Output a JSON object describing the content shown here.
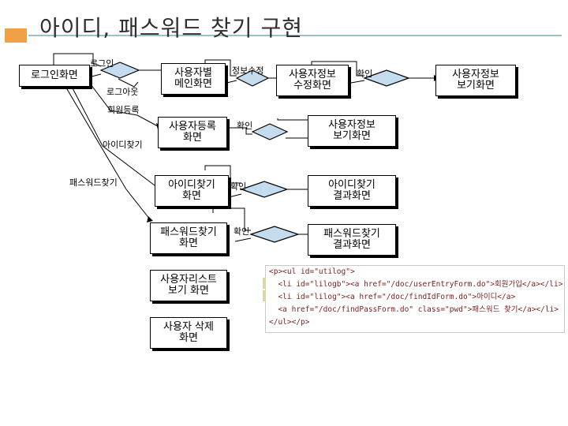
{
  "title": "아이디, 패스워드 찾기 구현",
  "boxes": {
    "login": "로그인화면",
    "user_main": "사용자별\n메인화면",
    "user_edit": "사용자정보\n수정화면",
    "user_view_top": "사용자정보\n보기화면",
    "user_register": "사용자등록\n화면",
    "user_view": "사용자정보\n보기화면",
    "id_find": "아이디찾기\n화면",
    "id_result": "아이디찾기\n결과화면",
    "pw_find": "패스워드찾기\n화면",
    "pw_result": "패스워드찾기\n결과화면",
    "user_list": "사용자리스트\n보기 화면",
    "user_delete": "사용자 삭제\n화면"
  },
  "labels": {
    "login": "로그인",
    "logout": "로그아웃",
    "edit_info": "정보수정",
    "confirm1": "확인",
    "register": "회원등록",
    "confirm2": "확인",
    "id_find": "아이디찾기",
    "pw_find": "패스워드찾기",
    "confirm3": "확인",
    "confirm4": "확인"
  },
  "code_lines": [
    "<p><ul id=\"utilog\">",
    "  <li id=\"lilogb\"><a href=\"/doc/userEntryForm.do\">회원가입</a></li>",
    "  <li id=\"lilog\"><a href=\"/doc/findIdForm.do\">아이디</a>",
    "  <a href=\"/doc/findPassForm.do\" class=\"pwd\">패스워드 찾기</a></li>",
    "</ul></p>"
  ]
}
